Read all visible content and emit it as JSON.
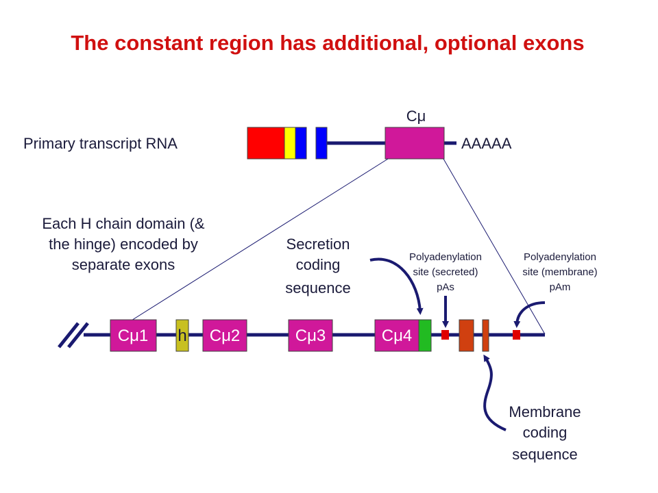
{
  "title": "The constant region has additional, optional exons",
  "primary": {
    "label": "Primary transcript RNA",
    "c_mu_label_main": "C",
    "c_mu_label_sub": "μ",
    "polya_tail": "AAAAA"
  },
  "description": {
    "line1": "Each H chain domain (&",
    "line2": "the hinge) encoded by",
    "line3": "separate exons"
  },
  "secretion": {
    "line1": "Secretion",
    "line2": "coding",
    "line3": "sequence"
  },
  "pas": {
    "line1": "Polyadenylation",
    "line2": "site (secreted)",
    "line3": "pAs"
  },
  "pam": {
    "line1": "Polyadenylation",
    "line2": "site (membrane)",
    "line3": "pAm"
  },
  "membrane": {
    "line1": "Membrane",
    "line2": "coding",
    "line3": "sequence"
  },
  "exons": [
    {
      "main": "C",
      "sub": "μ",
      "num": "1"
    },
    {
      "main": "h",
      "sub": "",
      "num": ""
    },
    {
      "main": "C",
      "sub": "μ",
      "num": "2"
    },
    {
      "main": "C",
      "sub": "μ",
      "num": "3"
    },
    {
      "main": "C",
      "sub": "μ",
      "num": "4"
    }
  ],
  "colors": {
    "title": "#d01010",
    "line": "#1a1a70",
    "exon_magenta": "#d0189a",
    "hinge": "#c8c020",
    "red": "#ff0000",
    "yellow": "#ffff00",
    "blue": "#0000ff",
    "green": "#22bb22",
    "orange": "#d04010",
    "polya_site": "#e00000"
  }
}
